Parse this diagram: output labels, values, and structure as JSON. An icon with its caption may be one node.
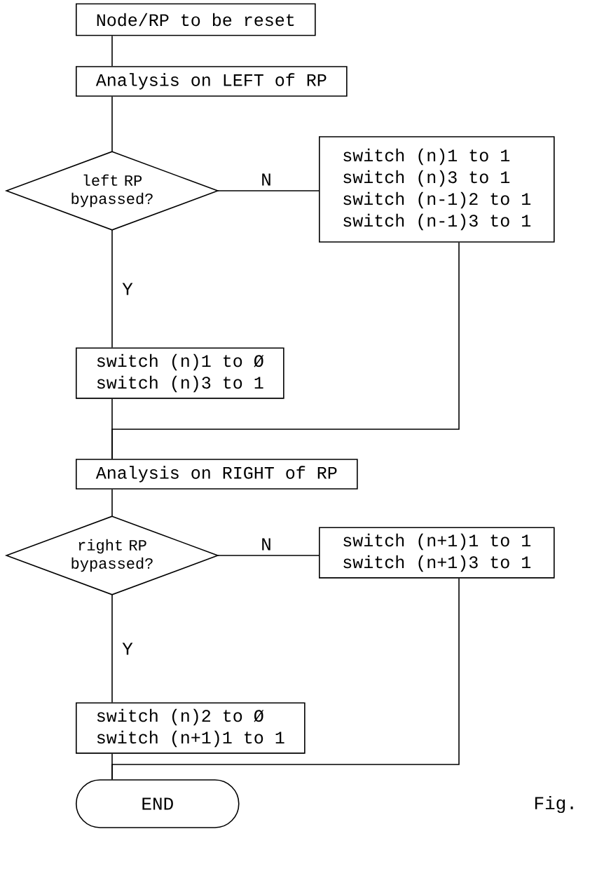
{
  "diagram": {
    "nodes": [
      {
        "text": [
          "Node/RP to be reset"
        ]
      },
      {
        "text": [
          "Analysis on LEFT of RP"
        ]
      },
      {
        "text": [
          "left RP bypassed?"
        ]
      },
      {
        "text": [
          "switch (n)1 to 1",
          "switch (n)3 to 1",
          "switch (n-1)2 to 1",
          "switch (n-1)3 to 1"
        ]
      },
      {
        "text": [
          "switch (n)1 to Ø",
          "switch (n)3 to 1"
        ]
      },
      {
        "text": [
          "Analysis on RIGHT of RP"
        ]
      },
      {
        "text": [
          "right RP bypassed?"
        ]
      },
      {
        "text": [
          "switch (n+1)1 to 1",
          "switch (n+1)3 to 1"
        ]
      },
      {
        "text": [
          "switch (n)2 to Ø",
          "switch (n+1)1 to 1"
        ]
      },
      {
        "text": [
          "END"
        ]
      }
    ],
    "edges": [
      {
        "from": 0,
        "to": 1,
        "arrow": "none"
      },
      {
        "from": 1,
        "to": 2,
        "arrow": "none"
      },
      {
        "from": 2,
        "to": 3,
        "arrow": "none",
        "label": "N"
      },
      {
        "from": 2,
        "to": 4,
        "arrow": "none",
        "label": "Y"
      },
      {
        "from": 3,
        "to": 5,
        "arrow": "none"
      },
      {
        "from": 4,
        "to": 5,
        "arrow": "none"
      },
      {
        "from": 5,
        "to": 6,
        "arrow": "none"
      },
      {
        "from": 6,
        "to": 7,
        "arrow": "none",
        "label": "N"
      },
      {
        "from": 6,
        "to": 8,
        "arrow": "none",
        "label": "Y"
      },
      {
        "from": 8,
        "to": 9,
        "arrow": "none"
      },
      {
        "from": 7,
        "to": 9,
        "arrow": "none"
      }
    ],
    "labels": [
      "Fig."
    ]
  }
}
